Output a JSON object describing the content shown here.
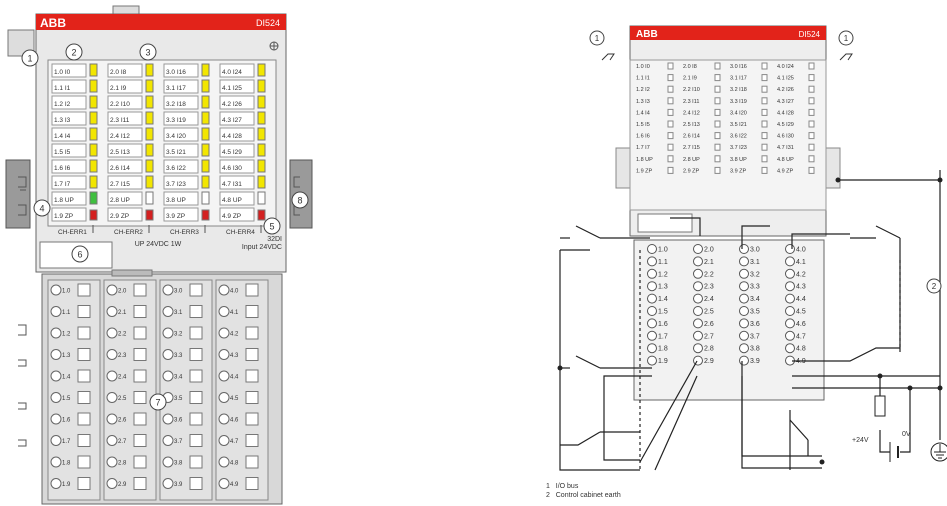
{
  "module": {
    "brand": "ABB",
    "model": "DI524",
    "ch_err": [
      "CH-ERR1",
      "CH-ERR2",
      "CH-ERR3",
      "CH-ERR4"
    ],
    "supply": "UP 24VDC 1W",
    "type_line1": "32DI",
    "type_line2": "Input 24VDC"
  },
  "led_labels": [
    [
      "1.0 I0",
      "1.1 I1",
      "1.2 I2",
      "1.3 I3",
      "1.4 I4",
      "1.5 I5",
      "1.6 I6",
      "1.7 I7",
      "1.8 UP",
      "1.9 ZP"
    ],
    [
      "2.0 I8",
      "2.1 I9",
      "2.2 I10",
      "2.3 I11",
      "2.4 I12",
      "2.5 I13",
      "2.6 I14",
      "2.7 I15",
      "2.8 UP",
      "2.9 ZP"
    ],
    [
      "3.0 I16",
      "3.1 I17",
      "3.2 I18",
      "3.3 I19",
      "3.4 I20",
      "3.5 I21",
      "3.6 I22",
      "3.7 I23",
      "3.8 UP",
      "3.9 ZP"
    ],
    [
      "4.0 I24",
      "4.1 I25",
      "4.2 I26",
      "4.3 I27",
      "4.4 I28",
      "4.5 I29",
      "4.6 I30",
      "4.7 I31",
      "4.8 UP",
      "4.9 ZP"
    ]
  ],
  "terminals": [
    [
      "1.0",
      "1.1",
      "1.2",
      "1.3",
      "1.4",
      "1.5",
      "1.6",
      "1.7",
      "1.8",
      "1.9"
    ],
    [
      "2.0",
      "2.1",
      "2.2",
      "2.3",
      "2.4",
      "2.5",
      "2.6",
      "2.7",
      "2.8",
      "2.9"
    ],
    [
      "3.0",
      "3.1",
      "3.2",
      "3.3",
      "3.4",
      "3.5",
      "3.6",
      "3.7",
      "3.8",
      "3.9"
    ],
    [
      "4.0",
      "4.1",
      "4.2",
      "4.3",
      "4.4",
      "4.5",
      "4.6",
      "4.7",
      "4.8",
      "4.9"
    ]
  ],
  "callouts_left": [
    "1",
    "2",
    "3",
    "4",
    "5",
    "6",
    "7",
    "8"
  ],
  "callouts_right": [
    "1",
    "1",
    "2"
  ],
  "wiring": {
    "supply_plus": "+24V",
    "supply_zero": "0V"
  },
  "legend": [
    {
      "num": "1",
      "text": "I/O bus"
    },
    {
      "num": "2",
      "text": "Control cabinet earth"
    }
  ],
  "colors": {
    "abb_red": "#e2231a",
    "led_yellow": "#f2e600",
    "led_green": "#3fbf3f",
    "err_red": "#d32020",
    "housing": "#e9e9e9"
  }
}
